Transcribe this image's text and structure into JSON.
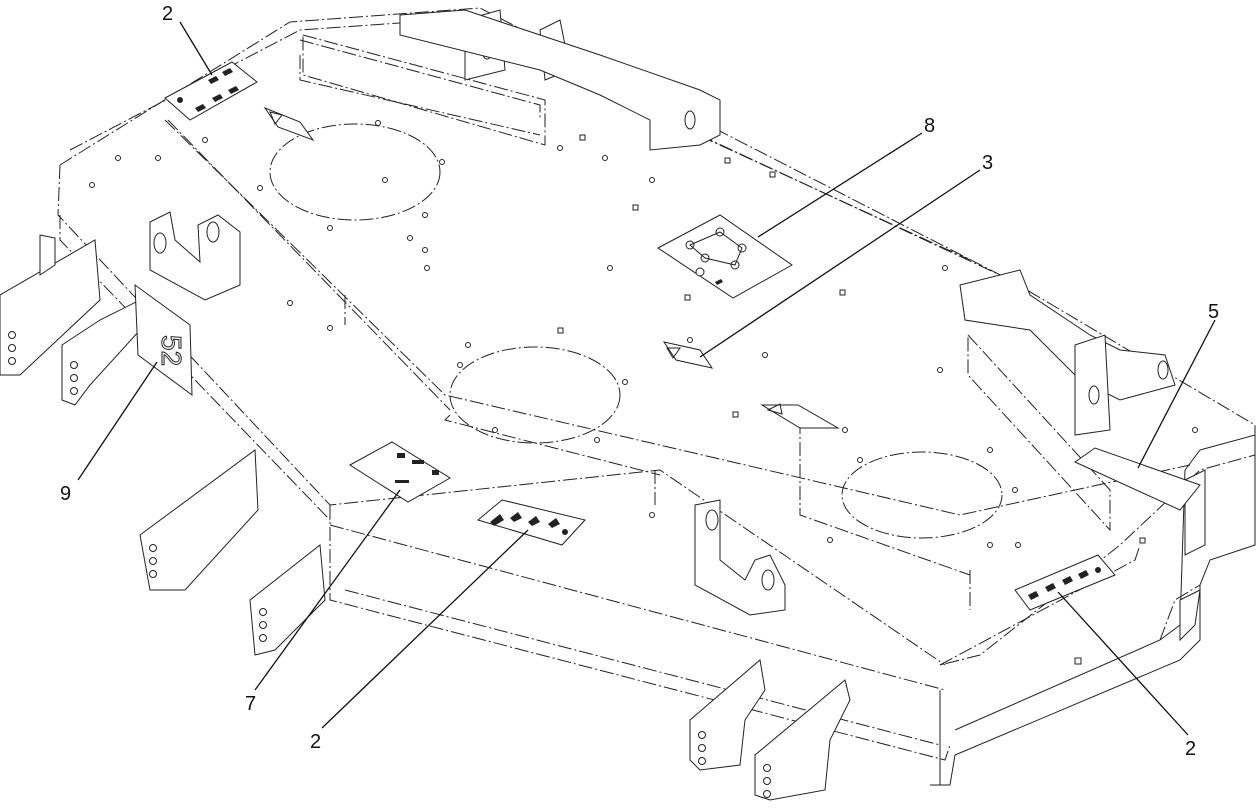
{
  "callouts": [
    {
      "id": "c2a",
      "label": "2"
    },
    {
      "id": "c8",
      "label": "8"
    },
    {
      "id": "c3",
      "label": "3"
    },
    {
      "id": "c5",
      "label": "5"
    },
    {
      "id": "c9",
      "label": "9"
    },
    {
      "id": "c7",
      "label": "7"
    },
    {
      "id": "c2b",
      "label": "2"
    },
    {
      "id": "c2c",
      "label": "2"
    }
  ],
  "deck_emblem": "52"
}
